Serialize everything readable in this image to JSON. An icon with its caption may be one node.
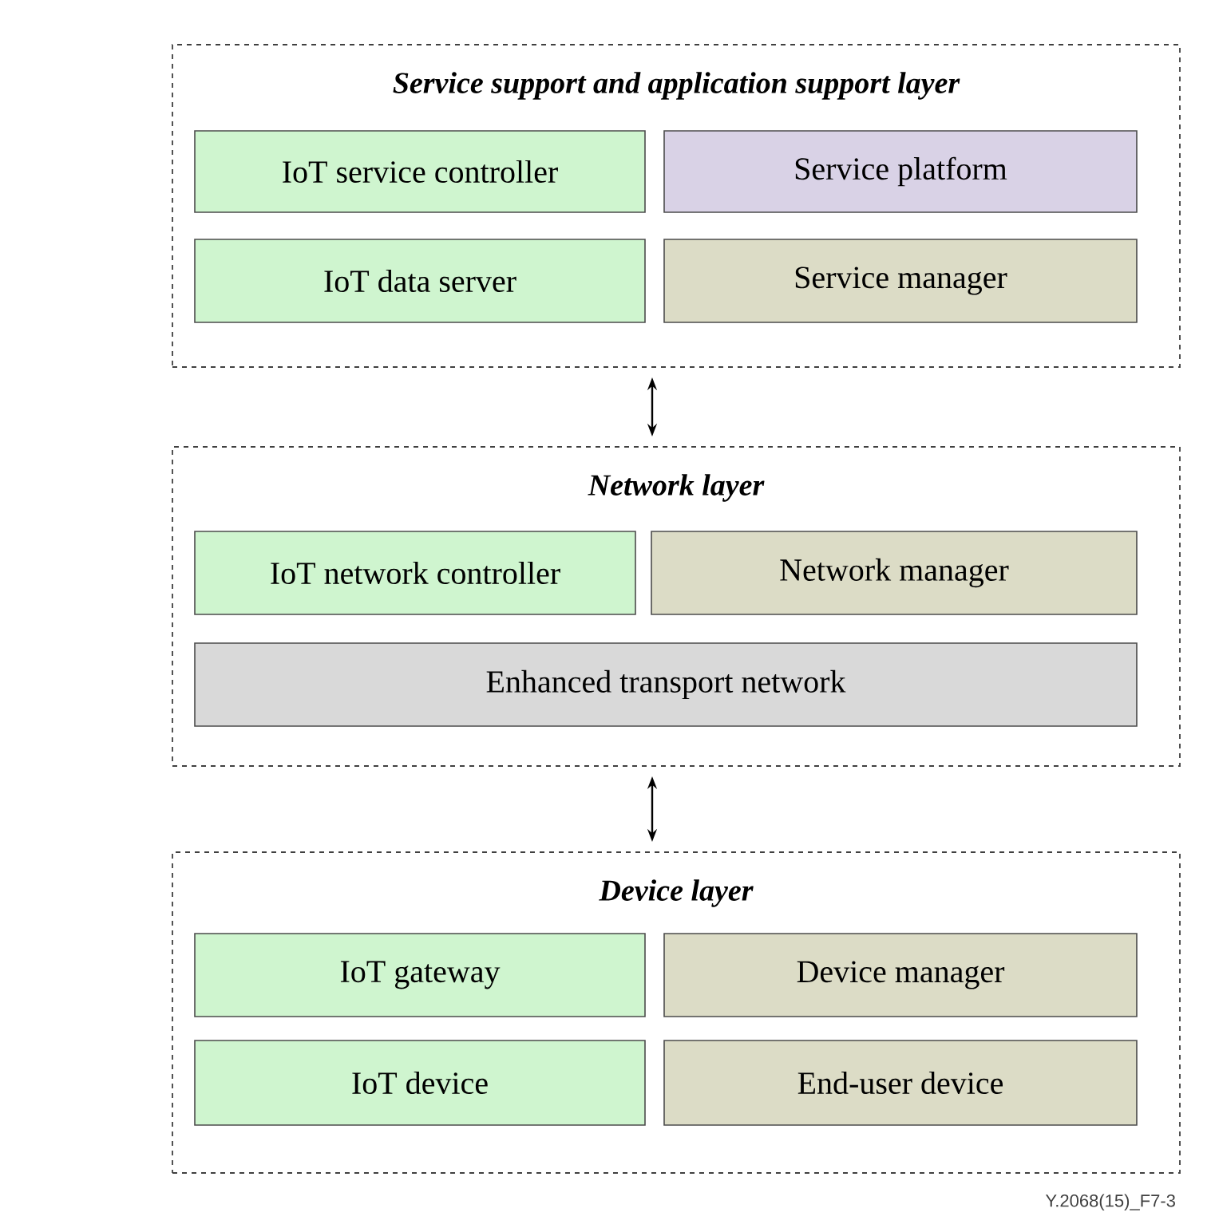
{
  "diagram": {
    "nodes": [
      {
        "text": [
          "Service support and application support layer"
        ]
      },
      {
        "text": [
          "IoT service controller"
        ],
        "in": 0
      },
      {
        "text": [
          "Service platform"
        ],
        "in": 0
      },
      {
        "text": [
          "IoT data server"
        ],
        "in": 0
      },
      {
        "text": [
          "Service manager"
        ],
        "in": 0
      },
      {
        "text": [
          "Network layer"
        ]
      },
      {
        "text": [
          "IoT network controller"
        ],
        "in": 5
      },
      {
        "text": [
          "Network manager"
        ],
        "in": 5
      },
      {
        "text": [
          "Enhanced transport network"
        ],
        "in": 5
      },
      {
        "text": [
          "Device layer"
        ]
      },
      {
        "text": [
          "IoT gateway"
        ],
        "in": 9
      },
      {
        "text": [
          "Device manager"
        ],
        "in": 9
      },
      {
        "text": [
          "IoT device"
        ],
        "in": 9
      },
      {
        "text": [
          "End-user device"
        ],
        "in": 9
      }
    ],
    "edges": [
      {
        "from": 0,
        "to": 5,
        "arrow": "both"
      },
      {
        "from": 5,
        "to": 9,
        "arrow": "both"
      }
    ],
    "labels": [
      "Y.2068(15)_F7-3"
    ]
  }
}
